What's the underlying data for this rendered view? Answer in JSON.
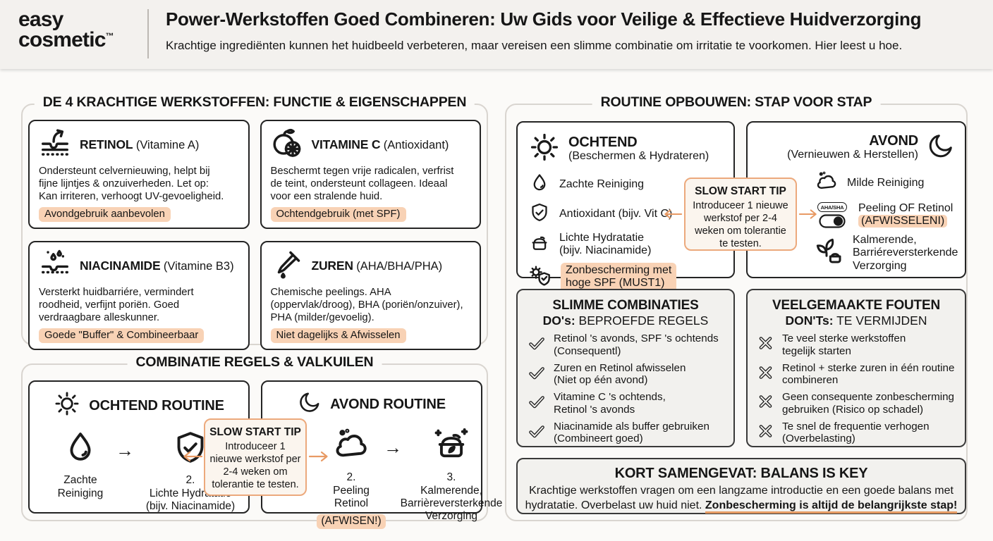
{
  "header": {
    "logo_line1": "easy",
    "logo_line2": "cosmetic",
    "logo_tm": "™",
    "title": "Power-Werkstoffen Goed Combineren: Uw Gids voor Veilige & Effectieve Huidverzorging",
    "subtitle": "Krachtige ingrediënten kunnen het huidbeeld verbeteren, maar vereisen een slimme combinatie om irritatie te voorkomen. Hier leest u hoe."
  },
  "colors": {
    "accent_orange": "#e89a64",
    "highlight_peach": "#f8d2b5",
    "panel_border": "#d9d5d0",
    "card_gray": "#f2f1ee",
    "ink": "#161616"
  },
  "ingredients": {
    "title": "DE 4 KRACHTIGE WERKSTOFFEN: FUNCTIE & EIGENSCHAPPEN",
    "cards": [
      {
        "icon": "skin-renewal-icon",
        "name": "RETINOL",
        "type": "(Vitamine A)",
        "body": "Ondersteunt celvernieuwing, helpt bij\nfijne lijntjes & onzuiverheden. Let op:\nKan irriteren, verhoogt UV-gevoeligheid.",
        "tag": "Avondgebruik aanbevolen"
      },
      {
        "icon": "orange-slice-icon",
        "name": "VITAMINE C",
        "type": "(Antioxidant)",
        "body": "Beschermt tegen vrije radicalen, verfrist\nde teint, ondersteunt collageen. Ideaal\nvoor een stralende huid.",
        "tag": "Ochtendgebruik (met SPF)"
      },
      {
        "icon": "skin-droplets-icon",
        "name": "NIACINAMIDE",
        "type": "(Vitamine B3)",
        "body": "Versterkt huidbarriére, vermindert\nroodheid, verfijnt poriën. Goed\nverdraagbare alleskunner.",
        "tag": "Goede \"Buffer\" & Combineerbaar"
      },
      {
        "icon": "dropper-icon",
        "name": "ZUREN",
        "type": "(AHA/BHA/PHA)",
        "body": "Chemische peelings. AHA\n(oppervlak/droog), BHA (poriën/onzuiver),\nPHA (milder/gevoelig).",
        "tag": "Niet dagelijks & Afwisselen"
      }
    ]
  },
  "combination": {
    "title": "COMBINATIE REGELS & VALKUILEN",
    "morning": {
      "title": "OCHTEND ROUTINE",
      "step1": "Zachte\nReiniging",
      "step2": "2.\nLichte Hydratatie\n(bijv. Niacinamide)"
    },
    "evening": {
      "title": "AVOND ROUTINE",
      "step2": "2.\nPeeling\nRetinol",
      "step2_tag": "(AFWISEN!)",
      "step3": "3.\nKalmerende,\nBarrièreversterkende\nVerzorging"
    },
    "tip": {
      "title": "SLOW START TIP",
      "body": "Introduceer 1\nnieuwe werkstof per\n2-4 weken om\ntolerantie te testen."
    }
  },
  "routine": {
    "title": "ROUTINE OPBOUWEN: STAP VOOR STAP",
    "morning": {
      "title": "OCHTEND",
      "subtitle": "(Beschermen & Hydrateren)",
      "items": [
        {
          "icon": "droplet-icon",
          "label": "Zachte Reiniging"
        },
        {
          "icon": "shield-check-icon",
          "label": "Antioxidant (bijv. Vit C)"
        },
        {
          "icon": "cream-jar-icon",
          "label": "Lichte Hydratatie\n(bijv. Niacinamide)"
        },
        {
          "icon": "sun-shield-icon",
          "label": "Zonbescherming met\nhoge SPF (MUST1)"
        }
      ]
    },
    "evening": {
      "title": "AVOND",
      "subtitle": "(Vernieuwen & Herstellen)",
      "items": [
        {
          "icon": "foam-icon",
          "label": "Milde Reiniging"
        },
        {
          "icon": "aha-toggle-icon",
          "badge": "AHA/SHA",
          "label": "Peeling OF Retinol",
          "label2": "(AFWISSELENI)"
        },
        {
          "icon": "leaf-jar-icon",
          "label": "Kalmerende,\nBarriéreversterkende\nVerzorging"
        }
      ]
    },
    "tip": {
      "title": "SLOW START TIP",
      "body": "Introduceer 1 nieuwe\nwerkstof per 2-4\nweken om tolerantie\nte testen."
    },
    "dos": {
      "title": "SLIMME COMBINATIES",
      "subtitle_bold": "DO's:",
      "subtitle_rest": " BEPROEFDE REGELS",
      "items": [
        "Retinol 's avonds, SPF 's ochtends\n(Consequentl)",
        "Zuren en Retinol afwisselen\n(Niet op één avond)",
        "Vitamine C 's ochtends,\nRetinol 's avonds",
        "Niacinamide als buffer gebruiken\n(Combineert goed)"
      ]
    },
    "donts": {
      "title": "VEELGEMAAKTE FOUTEN",
      "subtitle_bold": "DON'Ts:",
      "subtitle_rest": " TE VERMIJDEN",
      "items": [
        "Te veel sterke werkstoffen\ntegelijk starten",
        "Retinol + sterke zuren in één routine\ncombineren",
        "Geen consequente zonbescherming\ngebruiken (Risico op schadel)",
        "Te snel de frequentie verhogen\n(Overbelasting)"
      ]
    },
    "summary": {
      "title": "KORT SAMENGEVAT: BALANS IS KEY",
      "body": "Krachtige werkstoffen vragen om een langzame introductie en een goede balans met\nhydratatie. Overbelast uw huid niet. ",
      "highlight": "Zonbescherming is altijd de belangrijkste stap!"
    }
  }
}
